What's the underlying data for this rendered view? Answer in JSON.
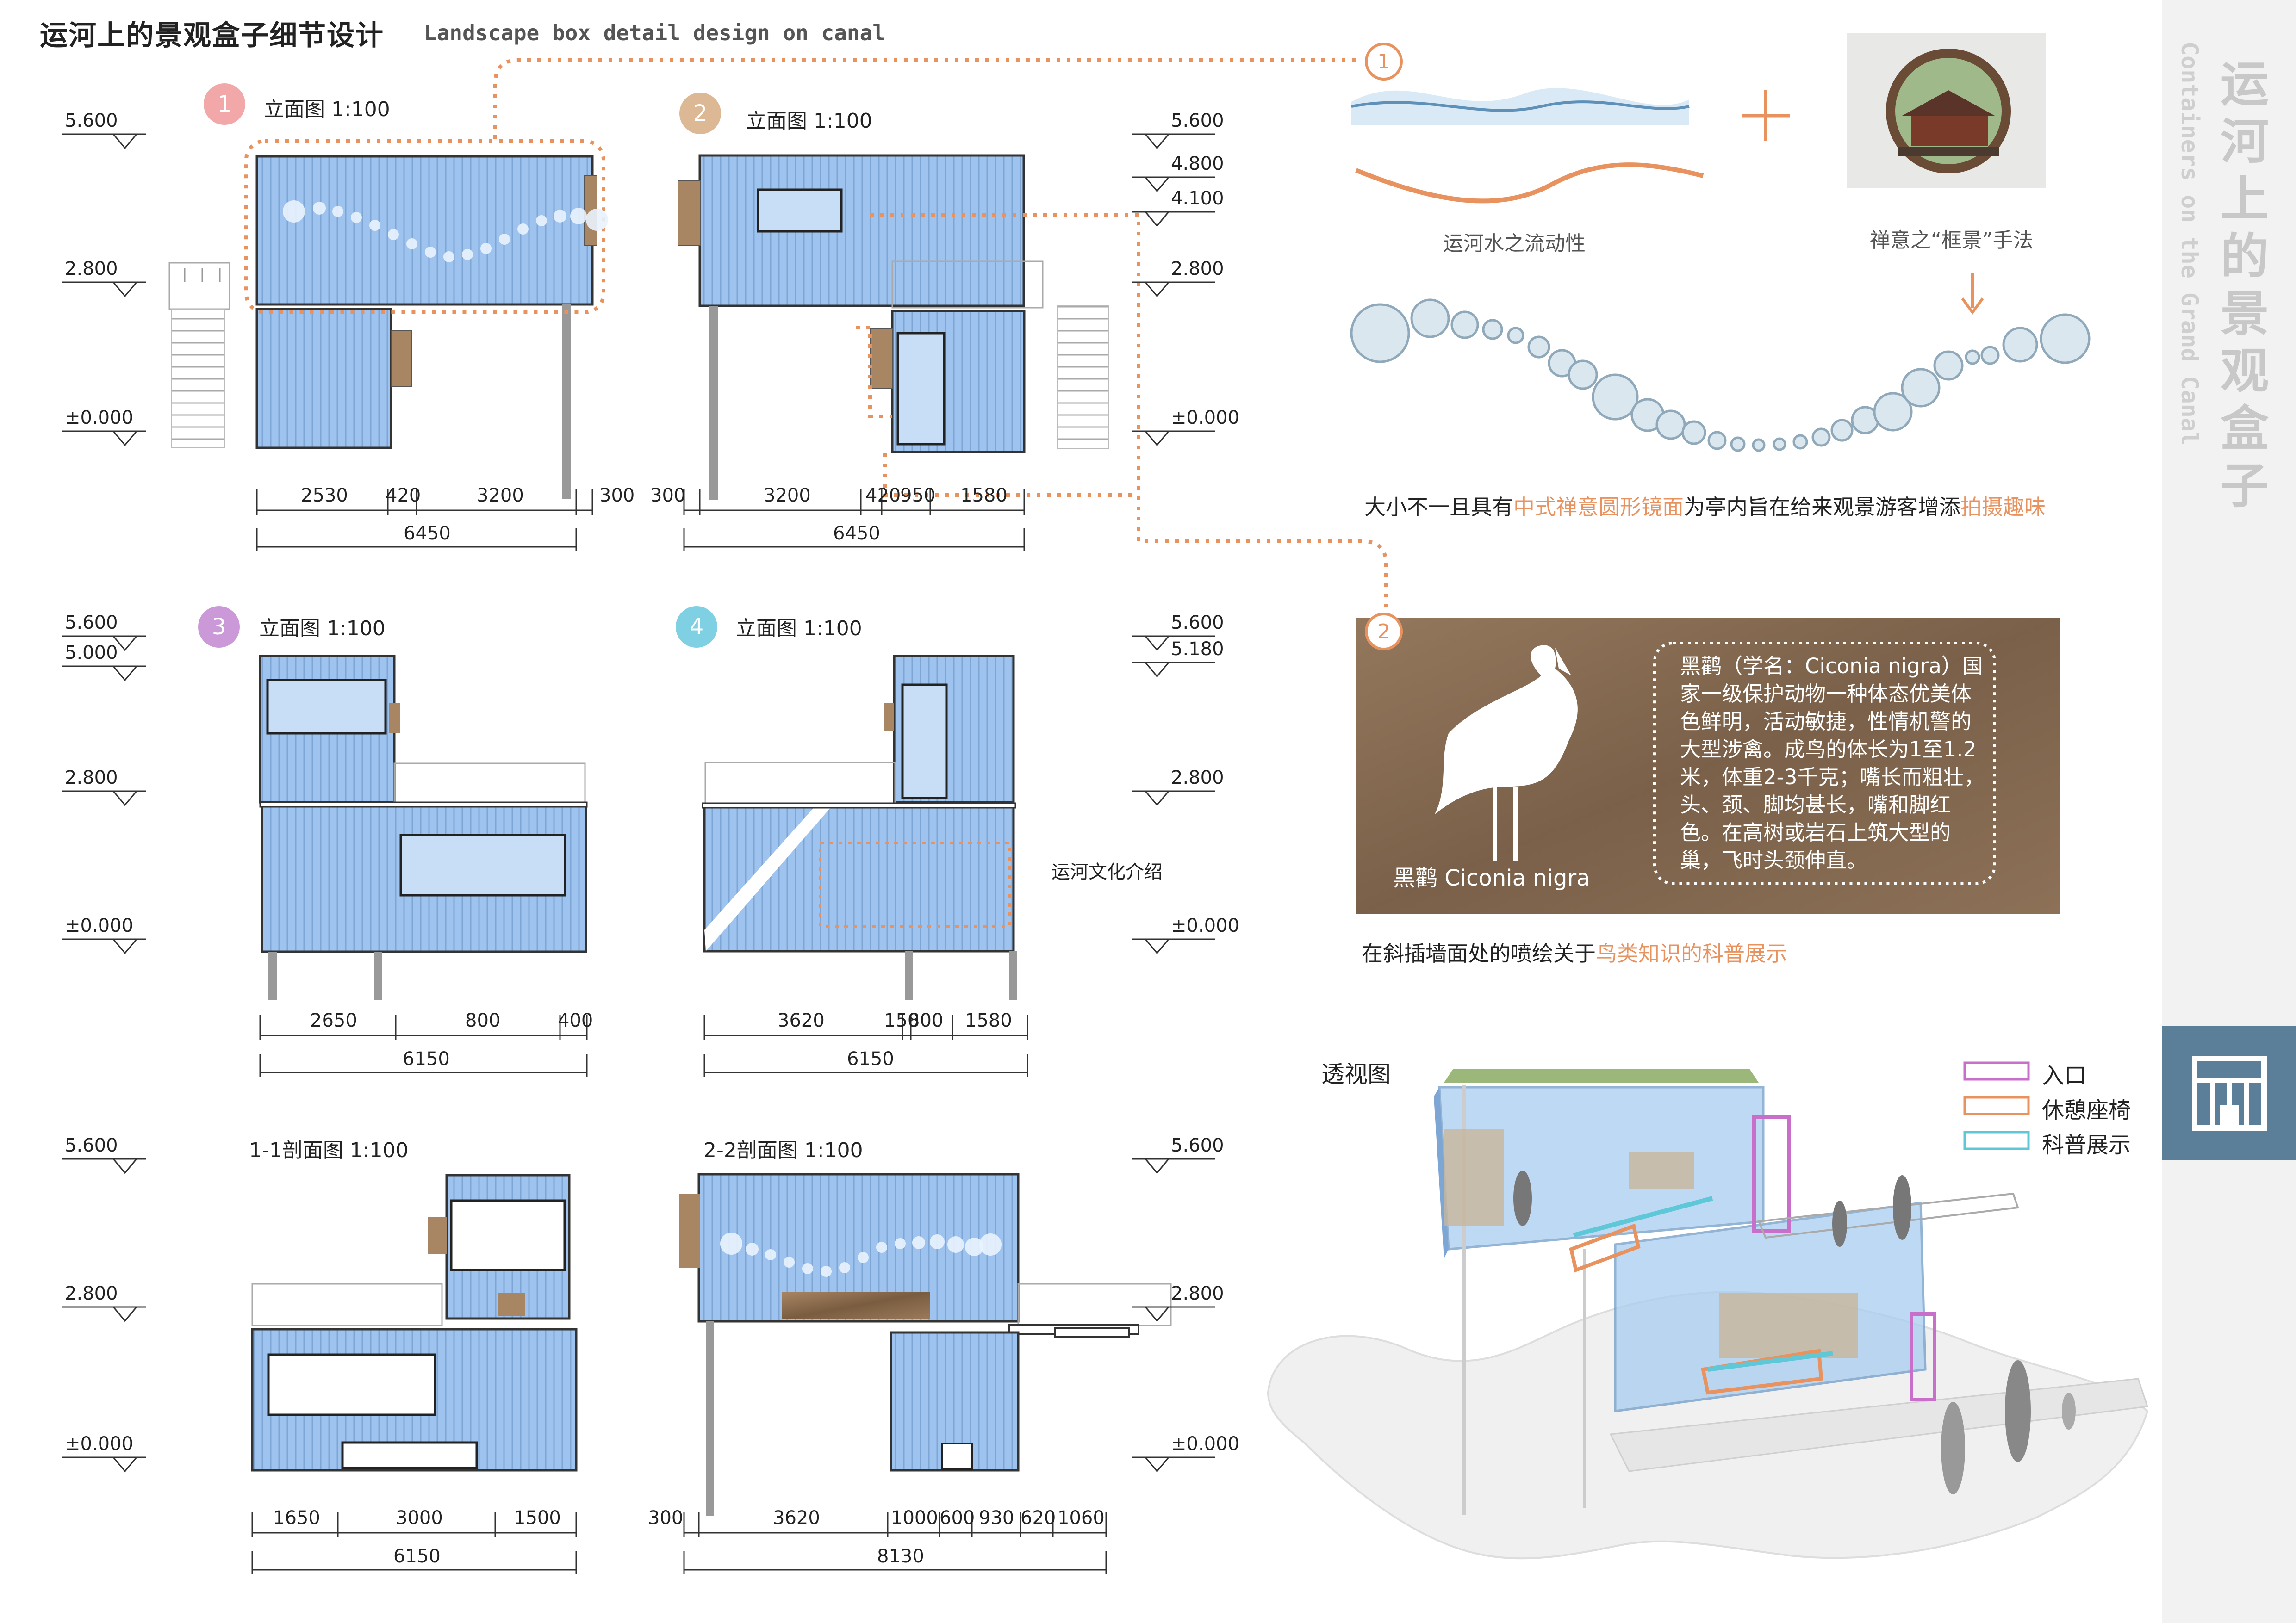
{
  "header": {
    "title_cn": "运河上的景观盒子细节设计",
    "title_en": "Landscape box detail design on canal"
  },
  "sidebar": {
    "title_cn": "运河上的景观盒子",
    "title_en": "Containers on the Grand Canal"
  },
  "elevations": [
    {
      "badge": "1",
      "title": "立面图 1:100",
      "levels": [
        "5.600",
        "2.800",
        "±0.000"
      ],
      "dims": [
        "2530",
        "420",
        "3200",
        "300"
      ],
      "total": "6450"
    },
    {
      "badge": "2",
      "title": "立面图 1:100",
      "levels": [
        "5.600",
        "4.800",
        "4.100",
        "2.800",
        "±0.000"
      ],
      "dims": [
        "300",
        "3200",
        "420",
        "950",
        "1580"
      ],
      "total": "6450"
    },
    {
      "badge": "3",
      "title": "立面图 1:100",
      "levels": [
        "5.600",
        "5.000",
        "2.800",
        "±0.000"
      ],
      "dims": [
        "2650",
        "800",
        "400"
      ],
      "total": "6150"
    },
    {
      "badge": "4",
      "title": "立面图 1:100",
      "levels": [
        "5.600",
        "5.180",
        "2.800",
        "±0.000"
      ],
      "dims": [
        "3620",
        "150",
        "800",
        "1580"
      ],
      "total": "6150",
      "callout": "运河文化介绍"
    }
  ],
  "sections": [
    {
      "title": "1-1剖面图 1:100",
      "levels": [
        "5.600",
        "2.800",
        "±0.000"
      ],
      "dims": [
        "1650",
        "3000",
        "1500"
      ],
      "total": "6150"
    },
    {
      "title": "2-2剖面图 1:100",
      "levels": [
        "5.600",
        "2.800",
        "±0.000"
      ],
      "dims": [
        "300",
        "3620",
        "1000",
        "600",
        "930",
        "620",
        "1060"
      ],
      "total": "8130"
    }
  ],
  "concept": {
    "marker1": "1",
    "marker2": "2",
    "caption_water": "运河水之流动性",
    "plus": "+",
    "caption_frame": "禅意之“框景”手法",
    "note_pre": "大小不一且具有",
    "note_hl1": "中式禅意圆形镜面",
    "note_mid": "为亭内旨在给来观景游客增添",
    "note_hl2": "拍摄趣味"
  },
  "bird": {
    "text": "黑鹳（学名：Ciconia nigra）国家一级保护动物一种体态优美体色鲜明，活动敏捷，性情机警的大型涉禽。成鸟的体长为1至1.2米，体重2-3千克；嘴长而粗壮，头、颈、脚均甚长，嘴和脚红色。在高树或岩石上筑大型的巢，飞时头颈伸直。",
    "label": "黑鹳 Ciconia nigra",
    "note_pre": "在斜插墙面处的喷绘关于",
    "note_hl": "鸟类知识的科普展示"
  },
  "perspective": {
    "title": "透视图",
    "legend": [
      {
        "label": "入口",
        "color": "#c86fc9"
      },
      {
        "label": "休憩座椅",
        "color": "#e8935f"
      },
      {
        "label": "科普展示",
        "color": "#5fc8d8"
      }
    ]
  },
  "colors": {
    "container": "#9ec3ee",
    "orange": "#e8935f",
    "tab": "#5b7f99"
  }
}
